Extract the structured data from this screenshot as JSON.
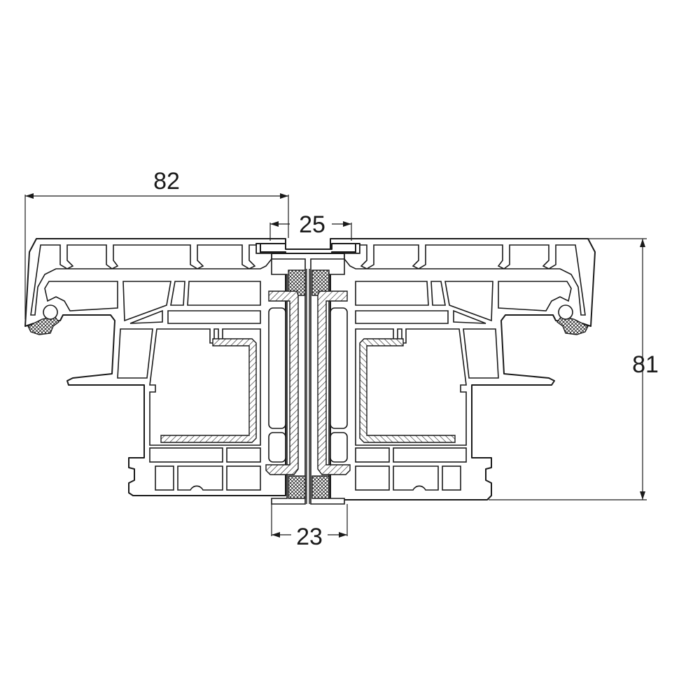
{
  "dimensions": {
    "overall_width": "82",
    "center_gap_top": "25",
    "center_gap_bottom": "23",
    "overall_height": "81"
  },
  "colors": {
    "stroke": "#1a1a1a",
    "background": "#ffffff"
  }
}
